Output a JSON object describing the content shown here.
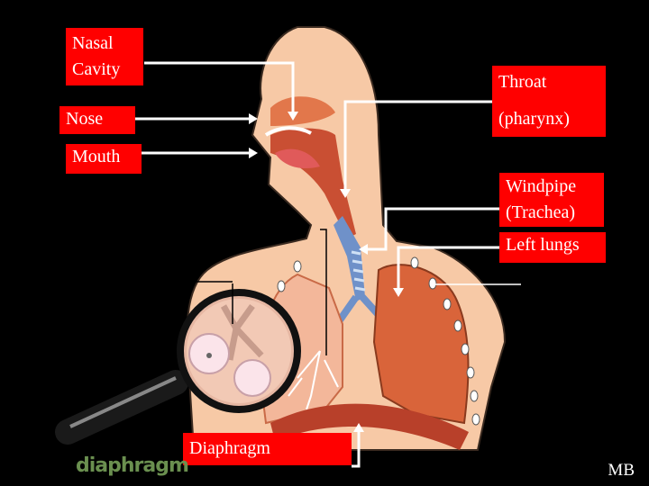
{
  "labels": {
    "nasal_cavity": [
      "Nasal",
      "Cavity"
    ],
    "nose": "Nose",
    "mouth": "Mouth",
    "throat": [
      "Throat",
      "(pharynx)"
    ],
    "windpipe": [
      "Windpipe",
      "(Trachea)"
    ],
    "left_lungs": "Left lungs",
    "diaphragm": "Diaphragm"
  },
  "caption": "diaphragm",
  "credit": "MB",
  "colors": {
    "background": "#000000",
    "label_fill": "#ff0000",
    "label_text": "#ffffff",
    "skin": "#f7c9a6",
    "lung": "#d9643a",
    "airway": "#6f91c9"
  }
}
